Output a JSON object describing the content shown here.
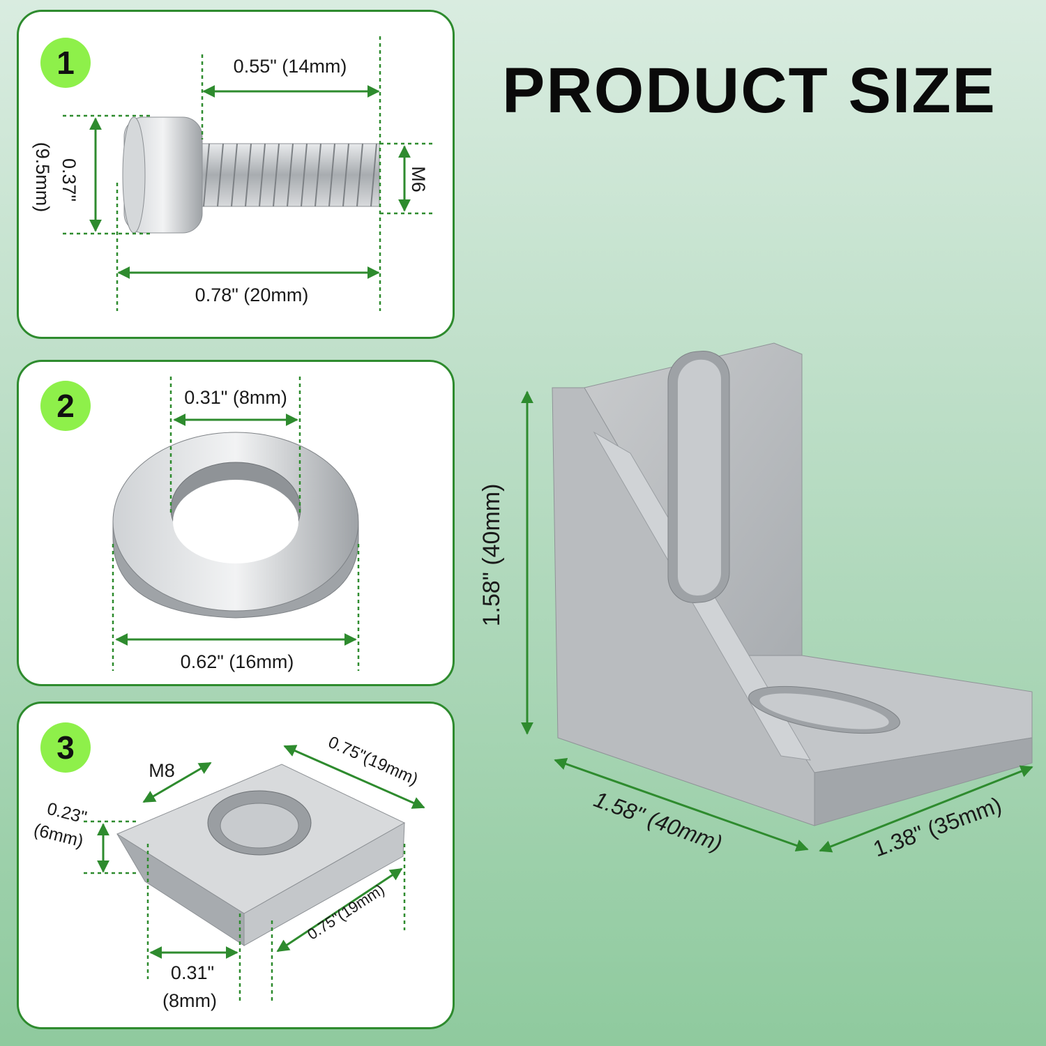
{
  "title": "PRODUCT SIZE",
  "colors": {
    "accent_green": "#2e8b2e",
    "badge_green": "#8ef04a",
    "metal": "#b9bcc0"
  },
  "items": [
    {
      "number": "1",
      "name": "socket head screw",
      "dims": {
        "length": "0.55\" (14mm)",
        "head_dia_in": "0.37\"",
        "head_dia_mm": "(9.5mm)",
        "thread": "M6",
        "total": "0.78\" (20mm)"
      }
    },
    {
      "number": "2",
      "name": "flat washer",
      "dims": {
        "inner": "0.31\" (8mm)",
        "outer": "0.62\" (16mm)"
      }
    },
    {
      "number": "3",
      "name": "t-slot nut",
      "dims": {
        "thread": "M8",
        "top_len": "0.75\"(19mm)",
        "height_in": "0.23\"",
        "height_mm": "(6mm)",
        "side_len": "0.75\"(19mm)",
        "width_in": "0.31\"",
        "width_mm": "(8mm)"
      }
    }
  ],
  "bracket": {
    "height": "1.58\" (40mm)",
    "width": "1.58\" (40mm)",
    "depth": "1.38\" (35mm)"
  }
}
